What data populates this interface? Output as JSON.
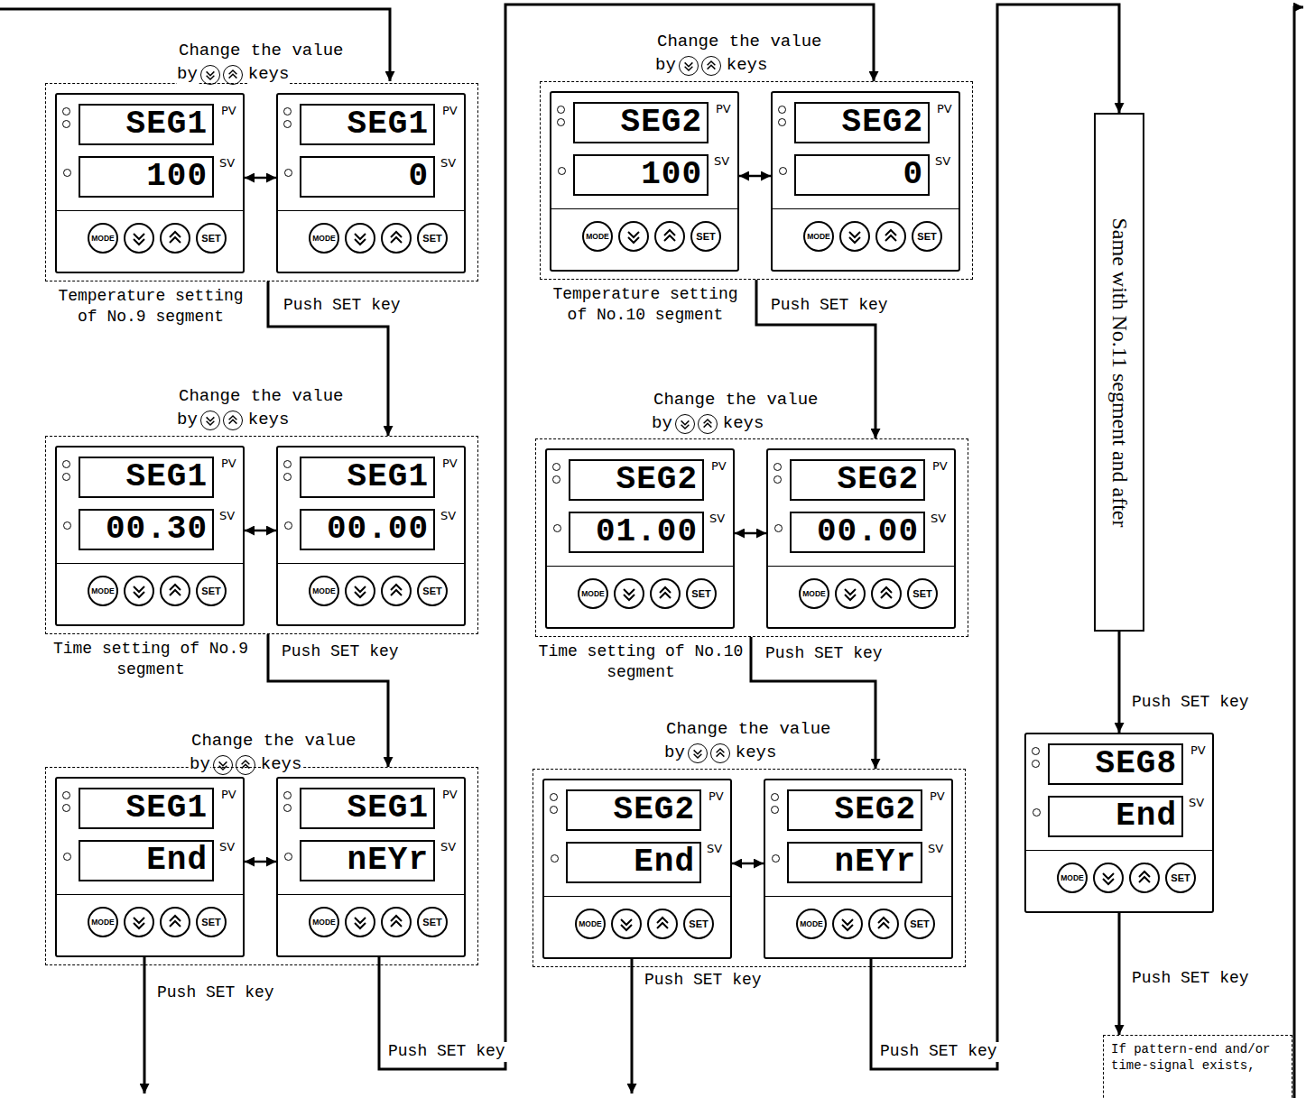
{
  "diagram": {
    "nodes": [
      {
        "text": [
          "Temperature setting of No.9 segment"
        ]
      },
      {
        "text": [
          "PV",
          "SEG1",
          "SV",
          "100",
          "MODE",
          "SET"
        ],
        "in": 0
      },
      {
        "text": [
          "PV",
          "SEG1",
          "SV",
          "0",
          "MODE",
          "SET"
        ],
        "in": 0
      },
      {
        "text": [
          "Time setting of No.9 segment"
        ]
      },
      {
        "text": [
          "PV",
          "SEG1",
          "SV",
          "00.30",
          "MODE",
          "SET"
        ],
        "in": 3
      },
      {
        "text": [
          "PV",
          "SEG1",
          "SV",
          "00.00",
          "MODE",
          "SET"
        ],
        "in": 3
      },
      {
        "text": []
      },
      {
        "text": [
          "PV",
          "SEG1",
          "SV",
          "End",
          "MODE",
          "SET"
        ],
        "in": 6
      },
      {
        "text": [
          "PV",
          "SEG1",
          "SV",
          "nEYr",
          "MODE",
          "SET"
        ],
        "in": 6
      },
      {
        "text": [
          "Temperature setting of No.10 segment"
        ]
      },
      {
        "text": [
          "PV",
          "SEG2",
          "SV",
          "100",
          "MODE",
          "SET"
        ],
        "in": 9
      },
      {
        "text": [
          "PV",
          "SEG2",
          "SV",
          "0",
          "MODE",
          "SET"
        ],
        "in": 9
      },
      {
        "text": [
          "Time setting of No.10 segment"
        ]
      },
      {
        "text": [
          "PV",
          "SEG2",
          "SV",
          "01.00",
          "MODE",
          "SET"
        ],
        "in": 12
      },
      {
        "text": [
          "PV",
          "SEG2",
          "SV",
          "00.00",
          "MODE",
          "SET"
        ],
        "in": 12
      },
      {
        "text": []
      },
      {
        "text": [
          "PV",
          "SEG2",
          "SV",
          "End",
          "MODE",
          "SET"
        ],
        "in": 15
      },
      {
        "text": [
          "PV",
          "SEG2",
          "SV",
          "nEYr",
          "MODE",
          "SET"
        ],
        "in": 15
      },
      {
        "text": [
          "Same with No.11 segment and after"
        ]
      },
      {
        "text": [
          "PV",
          "SEG8",
          "SV",
          "End",
          "MODE",
          "SET"
        ]
      },
      {
        "text": [
          "If pattern-end and/or time-signal exists,"
        ]
      }
    ],
    "edges": [
      {
        "from": 1,
        "to": 2,
        "arrow": "both"
      },
      {
        "from": 4,
        "to": 5,
        "arrow": "both"
      },
      {
        "from": 7,
        "to": 8,
        "arrow": "both"
      },
      {
        "from": 10,
        "to": 11,
        "arrow": "both"
      },
      {
        "from": 13,
        "to": 14,
        "arrow": "both"
      },
      {
        "from": 16,
        "to": 17,
        "arrow": "both"
      },
      {
        "from": 0,
        "to": 3,
        "label": "Push SET key",
        "arrow": "to"
      },
      {
        "from": 3,
        "to": 6,
        "label": "Push SET key",
        "arrow": "to"
      },
      {
        "from": 8,
        "to": 9,
        "label": "Push SET key",
        "arrow": "to"
      },
      {
        "from": 9,
        "to": 12,
        "label": "Push SET key",
        "arrow": "to"
      },
      {
        "from": 12,
        "to": 15,
        "label": "Push SET key",
        "arrow": "to"
      },
      {
        "from": 17,
        "to": 18,
        "label": "Push SET key",
        "arrow": "to"
      },
      {
        "from": 18,
        "to": 19,
        "label": "Push SET key",
        "arrow": "to"
      },
      {
        "from": 19,
        "to": 20,
        "label": "Push SET key",
        "arrow": "to"
      }
    ],
    "labels": [
      "Change the value",
      "by",
      "keys",
      "Change the value",
      "by",
      "keys",
      "Change the value",
      "by",
      "keys",
      "Change the value",
      "by",
      "keys",
      "Change the value",
      "by",
      "keys",
      "Change the value",
      "by",
      "keys",
      "Push SET key",
      "Push SET key"
    ]
  }
}
